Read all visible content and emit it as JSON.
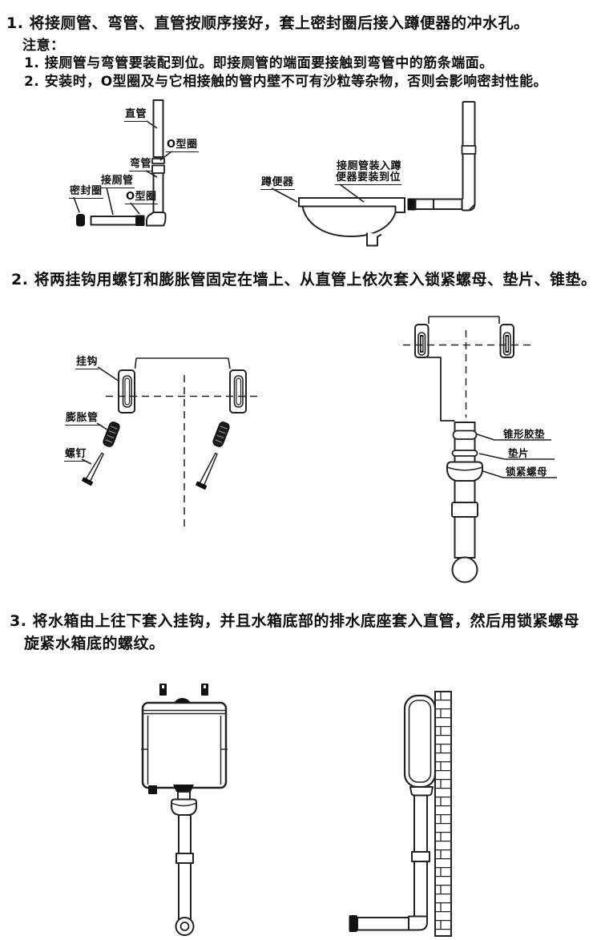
{
  "page": {
    "background": "#ffffff",
    "line_color": "#222222",
    "text_color": "#0e0e0e"
  },
  "sections": {
    "step1": {
      "title": "1. 将接厕管、弯管、直管按顺序接好，套上密封圈后接入蹲便器的冲水孔。",
      "note_heading": "注意：",
      "notes": [
        "1. 接厕管与弯管要装配到位。即接厕管的端面要接触到弯管中的筋条端面。",
        "2. 安装时，O型圈及与它相接触的管内壁不可有沙粒等杂物，否则会影响密封性能。"
      ],
      "labels": {
        "straight_pipe": "直管",
        "o_ring_top": "O型圈",
        "bend_pipe": "弯管",
        "toilet_pipe": "接厕管",
        "seal_ring": "密封圈",
        "o_ring_bottom": "O型圈",
        "squat_pan": "蹲便器",
        "fit_note_line1": "接厕管装入蹲",
        "fit_note_line2": "便器要装到位"
      }
    },
    "step2": {
      "title": "2. 将两挂钩用螺钉和膨胀管固定在墙上、从直管上依次套入锁紧螺母、垫片、锥垫。",
      "labels": {
        "hook": "挂钩",
        "expansion_tube": "膨胀管",
        "screw": "螺钉",
        "cone_pad": "锥形胶垫",
        "washer": "垫片",
        "lock_nut": "锁紧螺母"
      }
    },
    "step3": {
      "title_line1": "3. 将水箱由上往下套入挂钩，并且水箱底部的排水底座套入直管，然后用锁紧螺母",
      "title_line2": "旋紧水箱底的螺纹。"
    }
  }
}
